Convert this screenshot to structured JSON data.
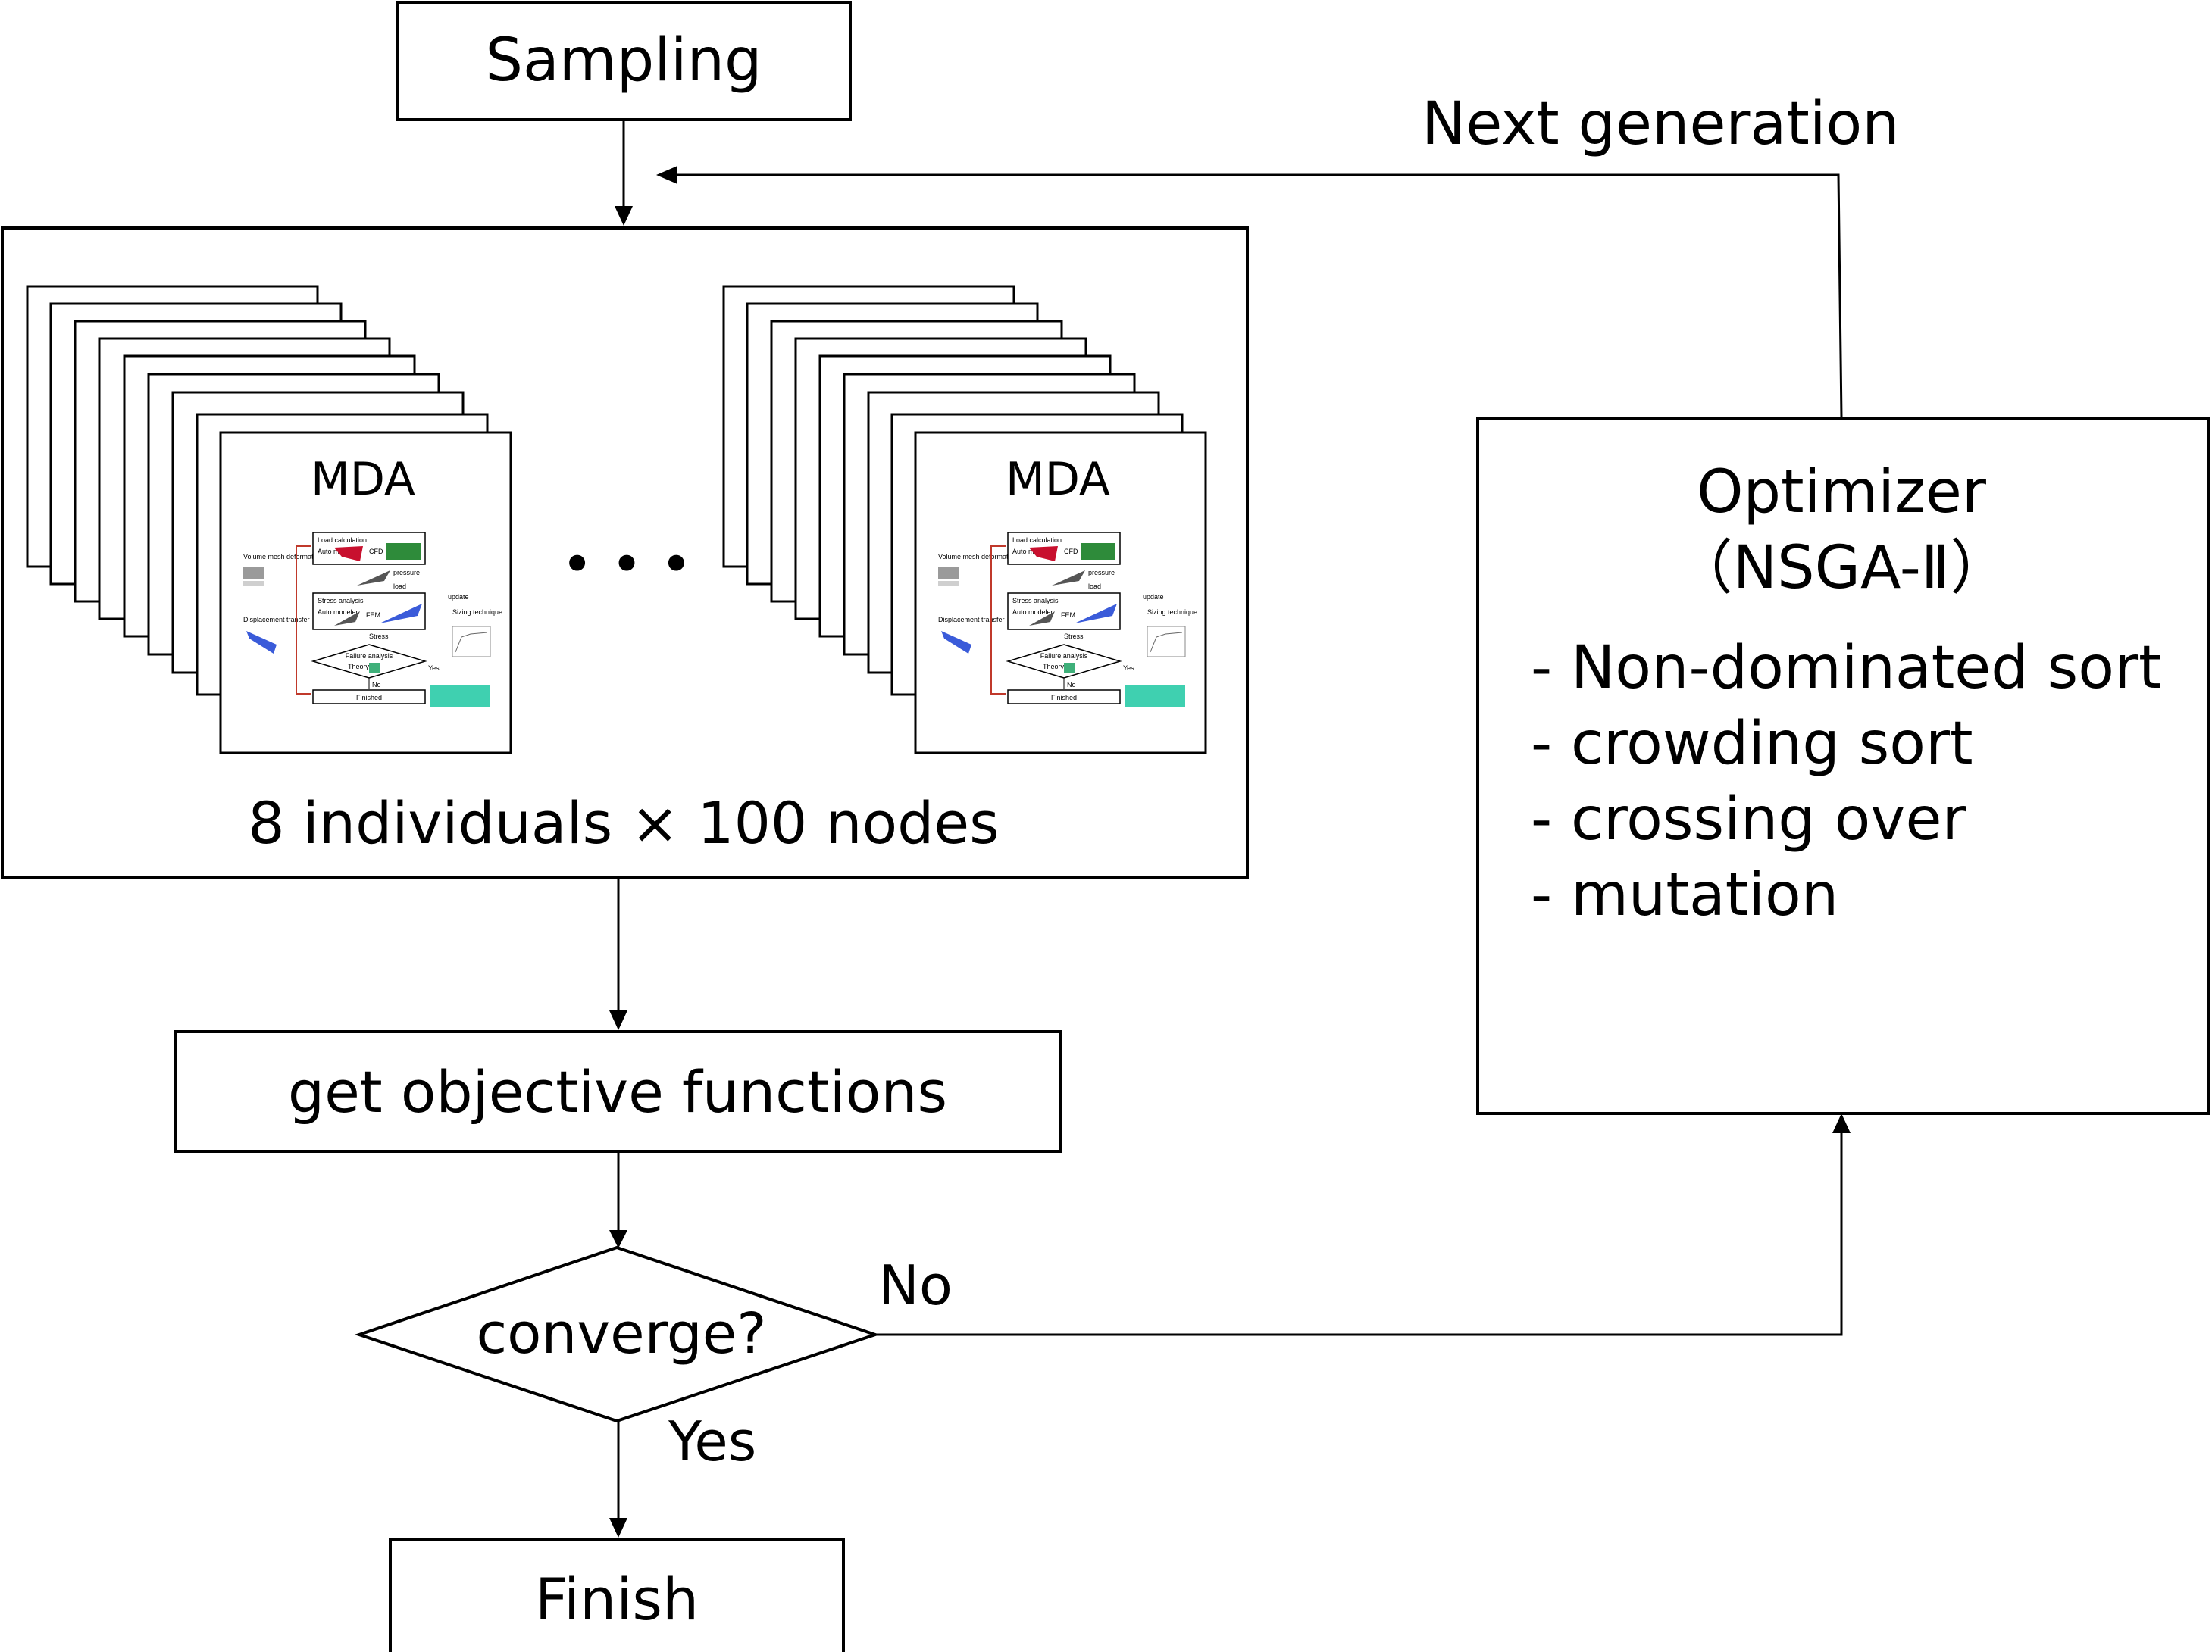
{
  "nodes": {
    "sampling": "Sampling",
    "population_caption": "8 individuals × 100 nodes",
    "mda_title": "MDA",
    "ellipsis": "• • •",
    "objective": "get objective functions",
    "decision": "converge?",
    "finish": "Finish"
  },
  "optimizer": {
    "title": "Optimizer",
    "subtitle": "（NSGA-Ⅱ）",
    "steps": [
      "- Non-dominated sort",
      "- crowding sort",
      "- crossing over",
      "- mutation"
    ]
  },
  "edges": {
    "next_generation": "Next generation",
    "no": "No",
    "yes": "Yes"
  },
  "mda_thumbnail": {
    "load_calculation": "Load calculation",
    "auto_mesher": "Auto mesher",
    "cfd": "CFD",
    "pressure": "pressure",
    "load": "load",
    "volume_mesh_deformation": "Volume mesh deformation",
    "stress_analysis": "Stress analysis",
    "auto_modeler": "Auto modeler",
    "fem": "FEM",
    "update": "update",
    "stress": "Stress",
    "displacement_transfer": "Displacement transfer",
    "sizing_technique": "Sizing technique",
    "failure_analysis": "Failure analysis",
    "theory": "Theory",
    "yes": "Yes",
    "no": "No",
    "finished": "Finished"
  },
  "colors": {
    "line": "#000000",
    "feedback_line": "#c0392b",
    "stress_blue": "#3a5bd9",
    "cfd_green": "#2e8b3a",
    "wing_red": "#c8102e",
    "mesh_teal": "#3fd0b0"
  }
}
